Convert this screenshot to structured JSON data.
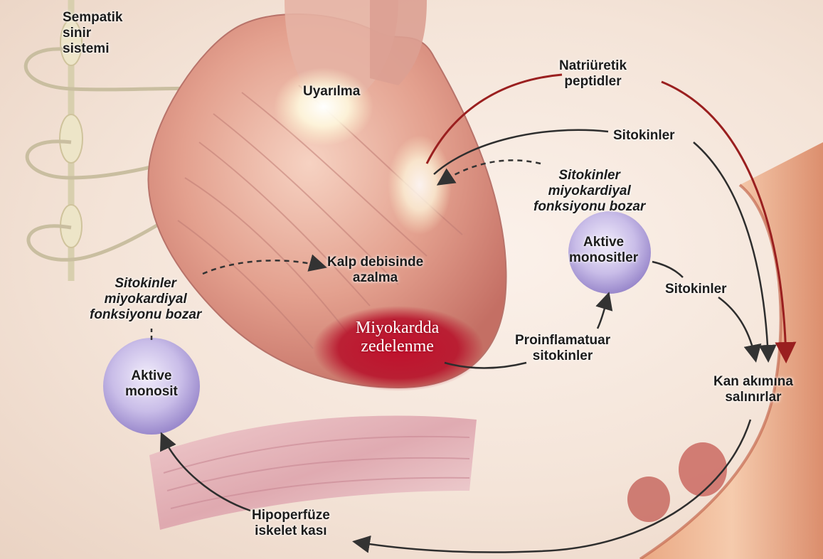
{
  "labels": {
    "sympathetic": "Sempatik\nsinir\nsistemi",
    "excitation": "Uyarılma",
    "natriuretic": "Natriüretik\npeptidler",
    "cytokines_top": "Sitokinler",
    "cytokines_impair_right": "Sitokinler\nmiyokardiyal\nfonksiyonu bozar",
    "active_monocytes": "Aktive\nmonositler",
    "cardiac_output": "Kalp debisinde\nazalma",
    "cytokines_impair_left": "Sitokinler\nmiyokardiyal\nfonksiyonu bozar",
    "cytokines_right": "Sitokinler",
    "myocardial_injury": "Miyokardda\nzedelenme",
    "proinflammatory": "Proinflamatuar\nsitokinler",
    "active_monocyte": "Aktive\nmonosit",
    "bloodstream": "Kan akımına\nsalınırlar",
    "hypoperfused": "Hipoperfüze\niskelet kası"
  }
}
